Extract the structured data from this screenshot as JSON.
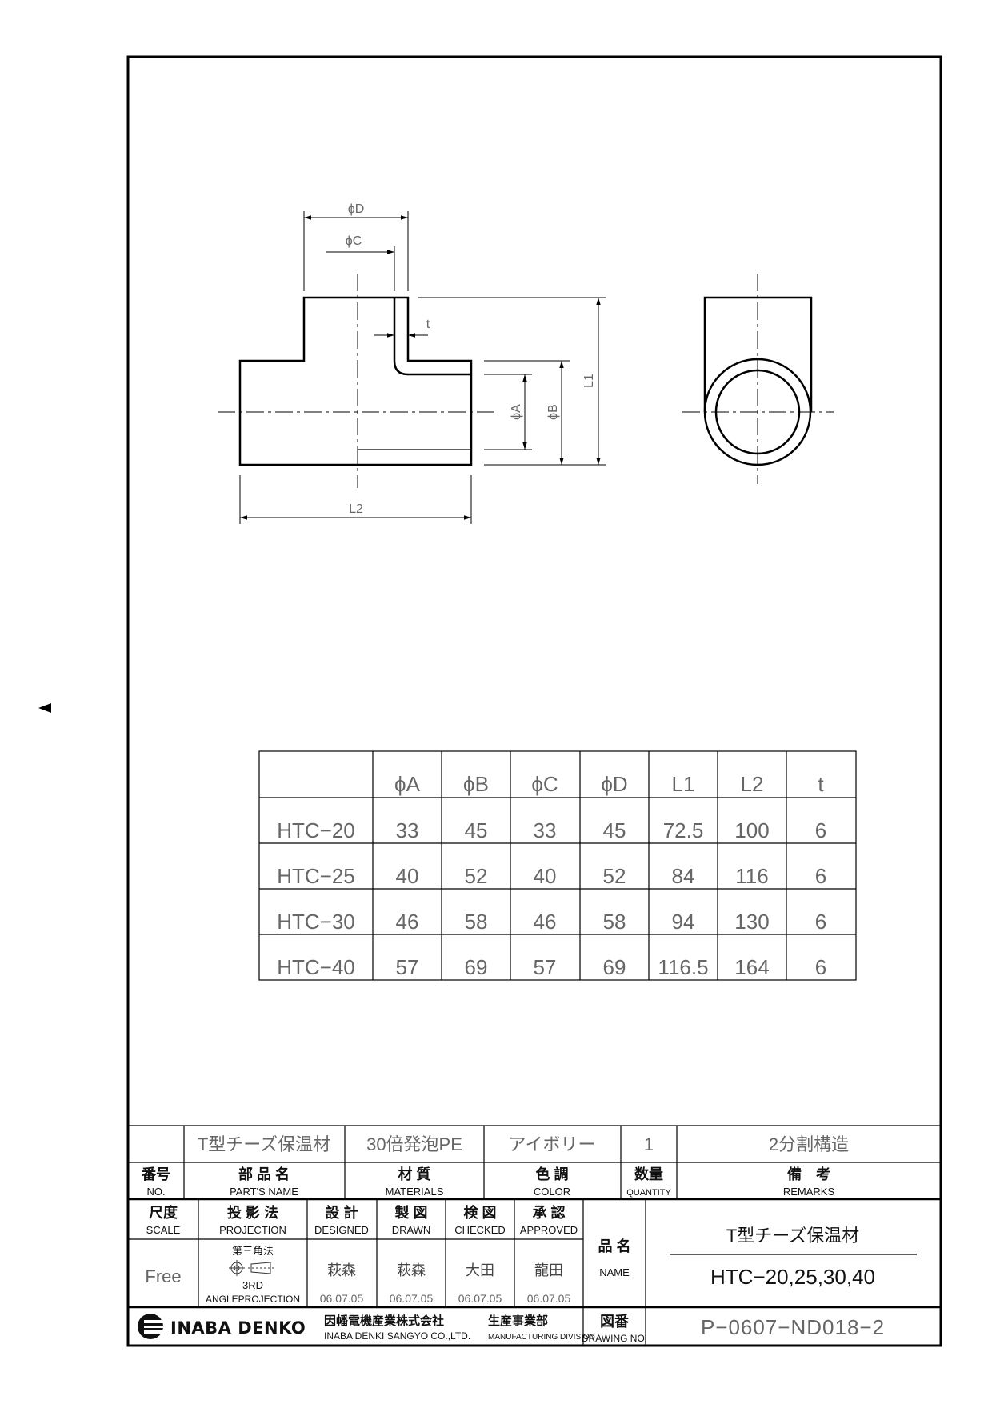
{
  "drawing": {
    "labels": {
      "phiD": "ϕD",
      "phiC": "ϕC",
      "t": "t",
      "phiA": "ϕA",
      "phiB": "ϕB",
      "L1": "L1",
      "L2": "L2"
    }
  },
  "dimension_table": {
    "headers": [
      "",
      "ϕA",
      "ϕB",
      "ϕC",
      "ϕD",
      "L1",
      "L2",
      "t"
    ],
    "rows": [
      [
        "HTC−20",
        "33",
        "45",
        "33",
        "45",
        "72.5",
        "100",
        "6"
      ],
      [
        "HTC−25",
        "40",
        "52",
        "40",
        "52",
        "84",
        "116",
        "6"
      ],
      [
        "HTC−30",
        "46",
        "58",
        "46",
        "58",
        "94",
        "130",
        "6"
      ],
      [
        "HTC−40",
        "57",
        "69",
        "57",
        "69",
        "116.5",
        "164",
        "6"
      ]
    ]
  },
  "parts_list": {
    "row": {
      "no": "",
      "part_name": "T型チーズ保温材",
      "material": "30倍発泡PE",
      "color": "アイボリー",
      "quantity": "1",
      "remarks": "2分割構造"
    },
    "headers": {
      "no_jp": "番号",
      "no_en": "NO.",
      "part_name_jp": "部 品 名",
      "part_name_en": "PART'S NAME",
      "material_jp": "材 質",
      "material_en": "MATERIALS",
      "color_jp": "色 調",
      "color_en": "COLOR",
      "quantity_jp": "数量",
      "quantity_en": "QUANTITY",
      "remarks_jp": "備　考",
      "remarks_en": "REMARKS"
    }
  },
  "title_block": {
    "scale_jp": "尺度",
    "scale_en": "SCALE",
    "scale_value": "Free",
    "projection_jp": "投 影 法",
    "projection_en": "PROJECTION",
    "projection_method": "第三角法",
    "projection_3rd": "3RD",
    "projection_angle": "ANGLEPROJECTION",
    "designed_jp": "設 計",
    "designed_en": "DESIGNED",
    "designed_by": "萩森",
    "designed_date": "06.07.05",
    "drawn_jp": "製 図",
    "drawn_en": "DRAWN",
    "drawn_by": "萩森",
    "drawn_date": "06.07.05",
    "checked_jp": "検 図",
    "checked_en": "CHECKED",
    "checked_by": "大田",
    "checked_date": "06.07.05",
    "approved_jp": "承 認",
    "approved_en": "APPROVED",
    "approved_by": "龍田",
    "approved_date": "06.07.05",
    "name_jp": "品 名",
    "name_en": "NAME",
    "product_name": "T型チーズ保温材",
    "product_models": "HTC−20,25,30,40",
    "company_logo": "INABA DENKO",
    "company_jp": "因幡電機産業株式会社",
    "company_en": "INABA DENKI SANGYO CO.,LTD.",
    "division_jp": "生産事業部",
    "division_en": "MANUFACTURING DIVISION",
    "drawing_no_jp": "図番",
    "drawing_no_en": "DRAWING NO.",
    "drawing_no": "P−0607−ND018−2"
  }
}
